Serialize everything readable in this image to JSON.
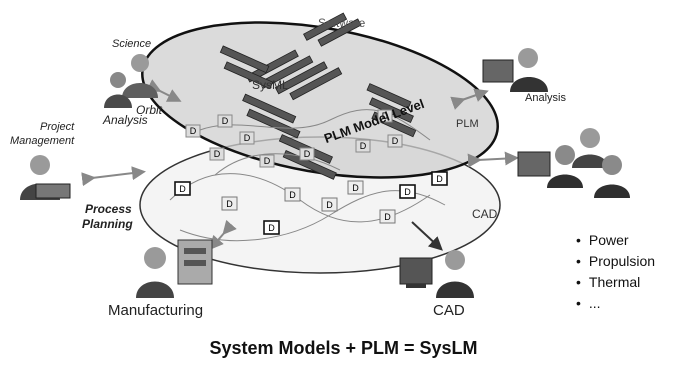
{
  "labels": {
    "software": "Software",
    "science": "Science",
    "orbit": "Orbit",
    "analysis_left": "Analysis",
    "sysml": "SysML",
    "plm": "PLM",
    "plm_model_level": "PLM Model Level",
    "analysis_right": "Analysis",
    "project": "Project",
    "management": "Management",
    "process": "Process",
    "planning": "Planning",
    "cad_mid": "CAD",
    "manufacturing": "Manufacturing",
    "cad_bottom": "CAD",
    "d_marker": "D"
  },
  "bullets": [
    "Power",
    "Propulsion",
    "Thermal",
    "..."
  ],
  "caption": "System Models + PLM = SysLM"
}
